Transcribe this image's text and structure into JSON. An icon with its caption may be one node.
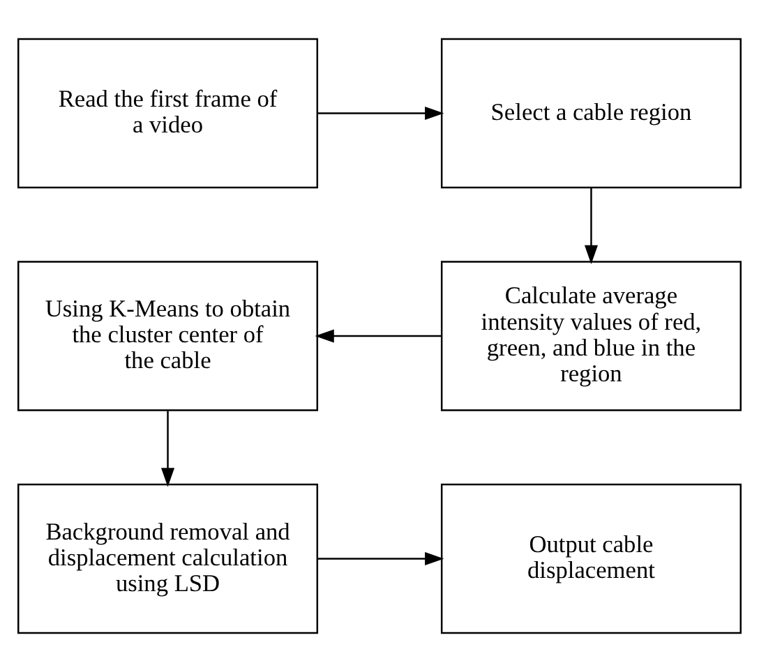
{
  "diagram": {
    "nodes": [
      {
        "text": [
          "Read the first frame of a video"
        ]
      },
      {
        "text": [
          "Select a cable region"
        ]
      },
      {
        "text": [
          "Calculate average intensity values of red, green, and blue in the region"
        ]
      },
      {
        "text": [
          "Using K-Means to obtain the cluster center of the cable"
        ]
      },
      {
        "text": [
          "Background removal and displacement calculation using LSD"
        ]
      },
      {
        "text": [
          "Output cable displacement"
        ]
      }
    ],
    "edges": [
      {
        "from": 0,
        "to": 1,
        "arrow": "to"
      },
      {
        "from": 1,
        "to": 2,
        "arrow": "to"
      },
      {
        "from": 2,
        "to": 3,
        "arrow": "to"
      },
      {
        "from": 3,
        "to": 4,
        "arrow": "to"
      },
      {
        "from": 4,
        "to": 5,
        "arrow": "to"
      }
    ]
  }
}
